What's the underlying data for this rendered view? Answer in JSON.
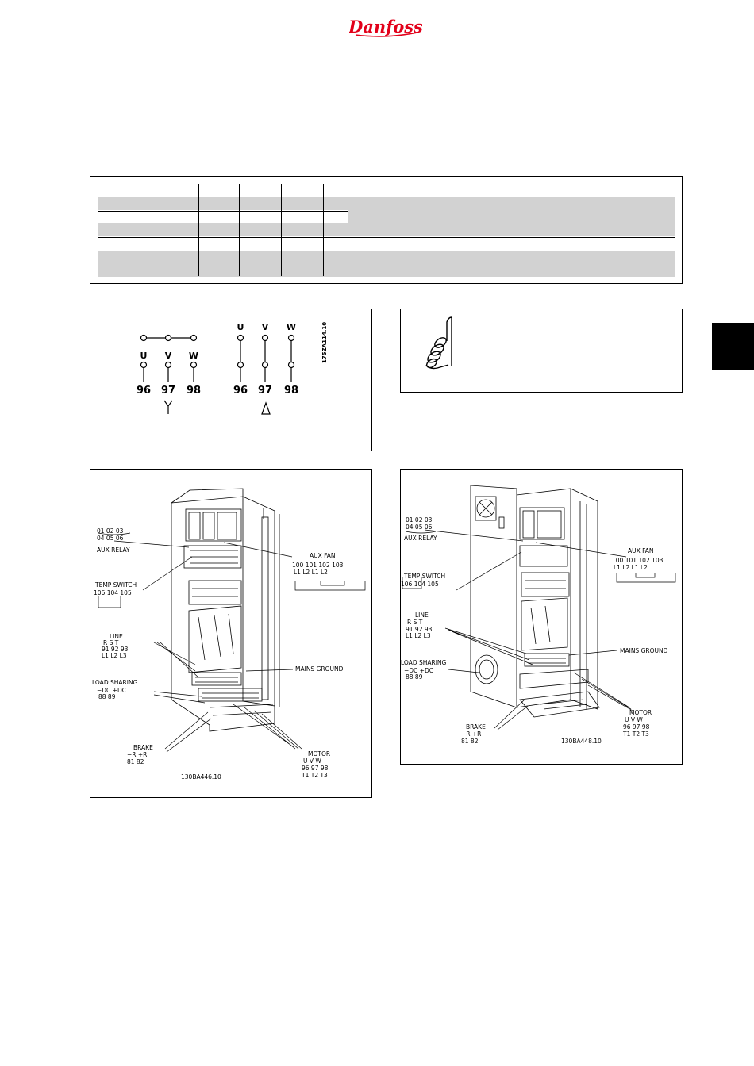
{
  "logo": {
    "brand_color": "#e2001a"
  },
  "wiring_diagram": {
    "star": {
      "terminal_letters": [
        "U",
        "V",
        "W"
      ],
      "terminal_numbers": [
        "96",
        "97",
        "98"
      ],
      "symbol": "Y"
    },
    "delta": {
      "terminal_letters": [
        "U",
        "V",
        "W"
      ],
      "terminal_numbers": [
        "96",
        "97",
        "98"
      ],
      "symbol": "Δ"
    },
    "drawing_code": "175ZA114.10"
  },
  "note_box": {
    "icon": "note-hand-icon"
  },
  "left_drawing": {
    "aux_relay": [
      "01  02  03",
      "04  05  06",
      "AUX RELAY"
    ],
    "temp_switch": [
      "TEMP SWITCH",
      "106   104   105"
    ],
    "aux_fan": [
      "AUX FAN",
      "100   101   102   103",
      "L1     L2     L1     L2"
    ],
    "line": [
      "LINE",
      "R    S    T",
      "91  92  93",
      "L1  L2  L3"
    ],
    "mains_ground": "MAINS GROUND",
    "load_sharing": [
      "LOAD SHARING",
      "−DC  +DC",
      "88    89"
    ],
    "brake": [
      "BRAKE",
      "−R   +R",
      "81   82"
    ],
    "motor": [
      "MOTOR",
      "U    V    W",
      "96  97  98",
      "T1  T2  T3"
    ],
    "drawing_code": "130BA446.10"
  },
  "right_drawing": {
    "aux_relay": [
      "01  02  03",
      "04  05  06",
      "AUX RELAY"
    ],
    "temp_switch": [
      "TEMP SWITCH",
      "106   104   105"
    ],
    "aux_fan": [
      "AUX FAN",
      "100   101   102   103",
      "L1     L2     L1     L2"
    ],
    "line": [
      "LINE",
      "R    S    T",
      "91  92  93",
      "L1  L2  L3"
    ],
    "mains_ground": "MAINS GROUND",
    "load_sharing": [
      "LOAD SHARING",
      "−DC  +DC",
      "88    89"
    ],
    "brake": [
      "BRAKE",
      "−R   +R",
      "81   82"
    ],
    "motor": [
      "MOTOR",
      "U    V    W",
      "96  97  98",
      "T1  T2  T3"
    ],
    "drawing_code": "130BA448.10"
  }
}
